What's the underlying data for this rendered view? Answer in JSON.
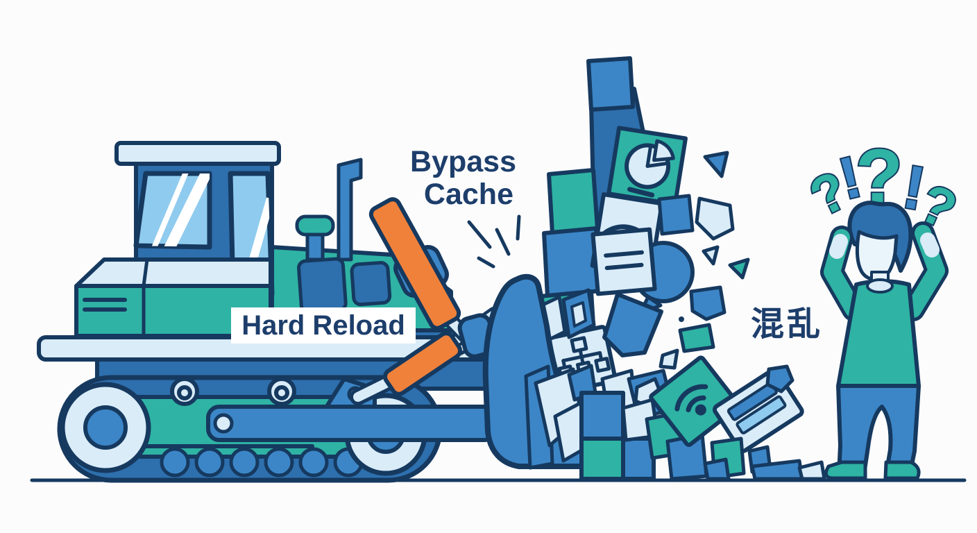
{
  "labels": {
    "machine": "Hard Reload",
    "action_line1": "Bypass",
    "action_line2": "Cache",
    "confusion": "混乱"
  },
  "confusion_marks": [
    {
      "char": "?",
      "color": "teal"
    },
    {
      "char": "!",
      "color": "blue"
    },
    {
      "char": "?",
      "color": "teal"
    },
    {
      "char": "!",
      "color": "blue"
    },
    {
      "char": "?",
      "color": "teal"
    }
  ],
  "icons": [
    "pie-chart-icon",
    "wifi-icon",
    "document-lines-icon",
    "sitemap-icon",
    "speech-bubble-icon",
    "wifi-icon-small",
    "window-card-icon"
  ],
  "colors": {
    "background": "#fcfcfd",
    "outline": "#16395f",
    "text": "#1d3e6b",
    "blue": "#3c86c7",
    "blue_deep": "#2e6fad",
    "teal": "#2fb3a4",
    "light_blue": "#d9ecf8",
    "window_blue": "#8fcbee",
    "face": "#e9f4fb",
    "orange": "#f0813a",
    "white": "#ffffff"
  }
}
